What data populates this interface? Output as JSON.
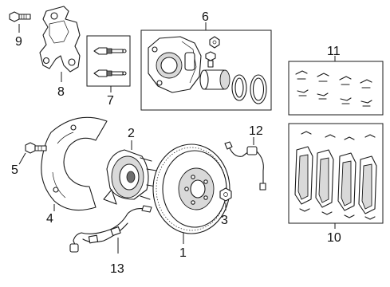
{
  "callouts": {
    "c1": "1",
    "c2": "2",
    "c3": "3",
    "c4": "4",
    "c5": "5",
    "c6": "6",
    "c7": "7",
    "c8": "8",
    "c9": "9",
    "c10": "10",
    "c11": "11",
    "c12": "12",
    "c13": "13"
  },
  "colors": {
    "line": "#1a1a1a",
    "shade": "#d9d9d9",
    "background": "#ffffff"
  }
}
